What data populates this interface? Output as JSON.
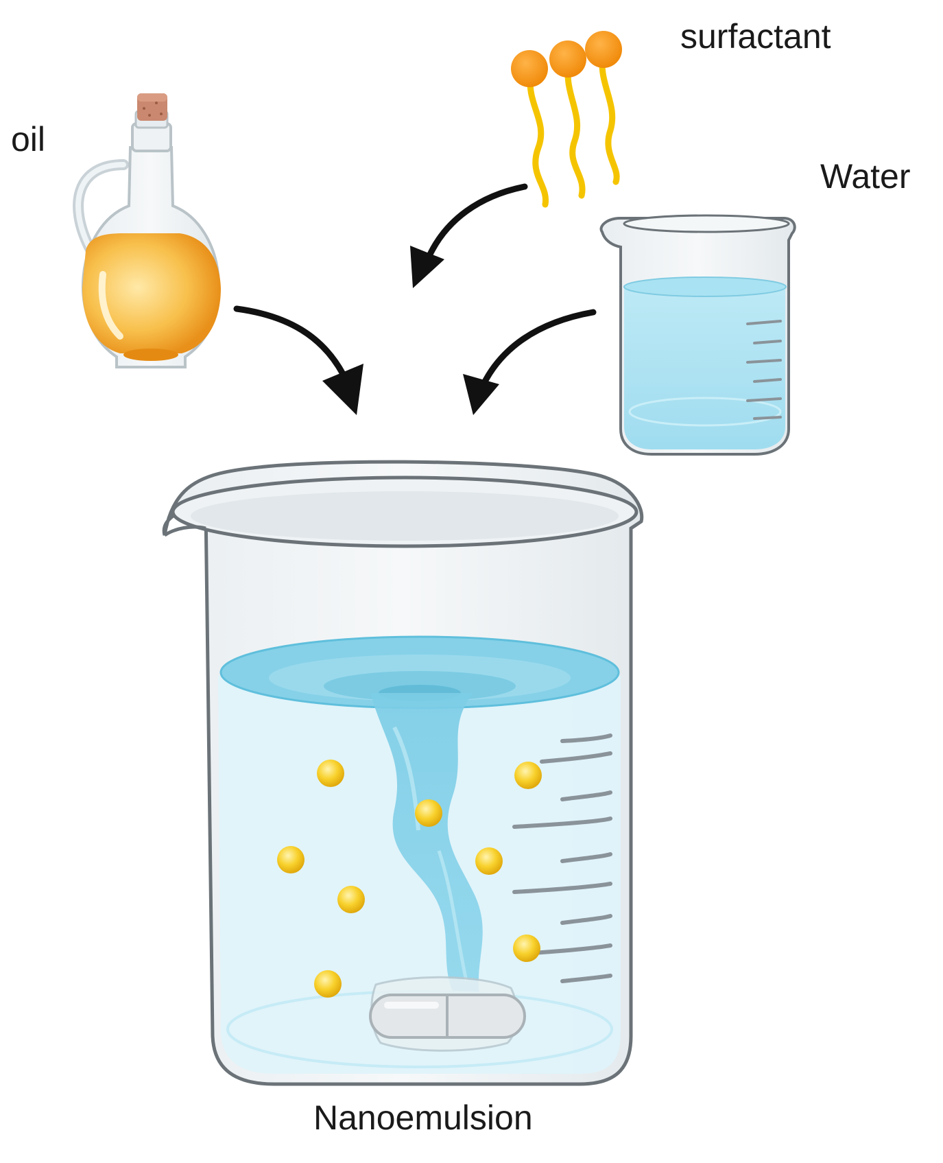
{
  "labels": {
    "oil": "oil",
    "surfactant": "surfactant",
    "water": "Water",
    "product": "Nanoemulsion"
  },
  "colors": {
    "oil": "#f7b733",
    "surfactant_head": "#f7941d",
    "surfactant_tail": "#fbc02d",
    "water": "#7fd3ea",
    "vortex": "#62c3df",
    "glass_outline": "#6b7378",
    "droplet": "#f5c518",
    "arrow": "#111111"
  },
  "icons": {
    "oil": "oil-bottle-icon",
    "surfactant": "surfactant-molecule-icon",
    "water": "water-beaker-icon",
    "mixing": "vortex-beaker-icon",
    "stirrer": "stir-bar-icon"
  }
}
